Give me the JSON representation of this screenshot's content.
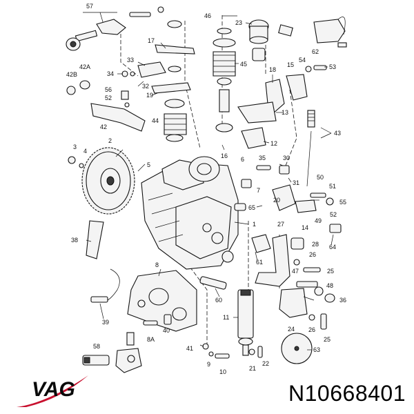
{
  "brand": {
    "name": "VAG",
    "accent_color": "#c8102e"
  },
  "part_number": "N10668401",
  "callouts": [
    {
      "id": "c57",
      "text": "57"
    },
    {
      "id": "c46",
      "text": "46"
    },
    {
      "id": "c23",
      "text": "23"
    },
    {
      "id": "c17",
      "text": "17"
    },
    {
      "id": "c33",
      "text": "33"
    },
    {
      "id": "c45",
      "text": "45"
    },
    {
      "id": "c62",
      "text": "62"
    },
    {
      "id": "c42A",
      "text": "42A"
    },
    {
      "id": "c42B",
      "text": "42B"
    },
    {
      "id": "c34",
      "text": "34"
    },
    {
      "id": "c56",
      "text": "56"
    },
    {
      "id": "c52a",
      "text": "52"
    },
    {
      "id": "c32",
      "text": "32"
    },
    {
      "id": "c19",
      "text": "19"
    },
    {
      "id": "c18",
      "text": "18"
    },
    {
      "id": "c15",
      "text": "15"
    },
    {
      "id": "c54",
      "text": "54"
    },
    {
      "id": "c53",
      "text": "53"
    },
    {
      "id": "c13",
      "text": "13"
    },
    {
      "id": "c42",
      "text": "42"
    },
    {
      "id": "c44",
      "text": "44"
    },
    {
      "id": "c43",
      "text": "43"
    },
    {
      "id": "c12",
      "text": "12"
    },
    {
      "id": "c2",
      "text": "2"
    },
    {
      "id": "c3",
      "text": "3"
    },
    {
      "id": "c4",
      "text": "4"
    },
    {
      "id": "c16",
      "text": "16"
    },
    {
      "id": "c5",
      "text": "5"
    },
    {
      "id": "c6",
      "text": "6"
    },
    {
      "id": "c35",
      "text": "35"
    },
    {
      "id": "c30",
      "text": "30"
    },
    {
      "id": "c50",
      "text": "50"
    },
    {
      "id": "c31",
      "text": "31"
    },
    {
      "id": "c7",
      "text": "7"
    },
    {
      "id": "c51",
      "text": "51"
    },
    {
      "id": "c20",
      "text": "20"
    },
    {
      "id": "c65",
      "text": "65"
    },
    {
      "id": "c55",
      "text": "55"
    },
    {
      "id": "c1",
      "text": "1"
    },
    {
      "id": "c14",
      "text": "14"
    },
    {
      "id": "c49",
      "text": "49"
    },
    {
      "id": "c52b",
      "text": "52"
    },
    {
      "id": "c27",
      "text": "27"
    },
    {
      "id": "c38",
      "text": "38"
    },
    {
      "id": "c64",
      "text": "64"
    },
    {
      "id": "c28",
      "text": "28"
    },
    {
      "id": "c61",
      "text": "61"
    },
    {
      "id": "c26a",
      "text": "26"
    },
    {
      "id": "c8",
      "text": "8"
    },
    {
      "id": "c25a",
      "text": "25"
    },
    {
      "id": "c47",
      "text": "47"
    },
    {
      "id": "c48",
      "text": "48"
    },
    {
      "id": "c36",
      "text": "36"
    },
    {
      "id": "c60",
      "text": "60"
    },
    {
      "id": "c39",
      "text": "39"
    },
    {
      "id": "c40",
      "text": "40"
    },
    {
      "id": "c11",
      "text": "11"
    },
    {
      "id": "c24",
      "text": "24"
    },
    {
      "id": "c26b",
      "text": "26"
    },
    {
      "id": "c8A",
      "text": "8A"
    },
    {
      "id": "c25b",
      "text": "25"
    },
    {
      "id": "c58",
      "text": "58"
    },
    {
      "id": "c41",
      "text": "41"
    },
    {
      "id": "c9",
      "text": "9"
    },
    {
      "id": "c63",
      "text": "63"
    },
    {
      "id": "c22",
      "text": "22"
    },
    {
      "id": "c10",
      "text": "10"
    },
    {
      "id": "c21",
      "text": "21"
    }
  ]
}
